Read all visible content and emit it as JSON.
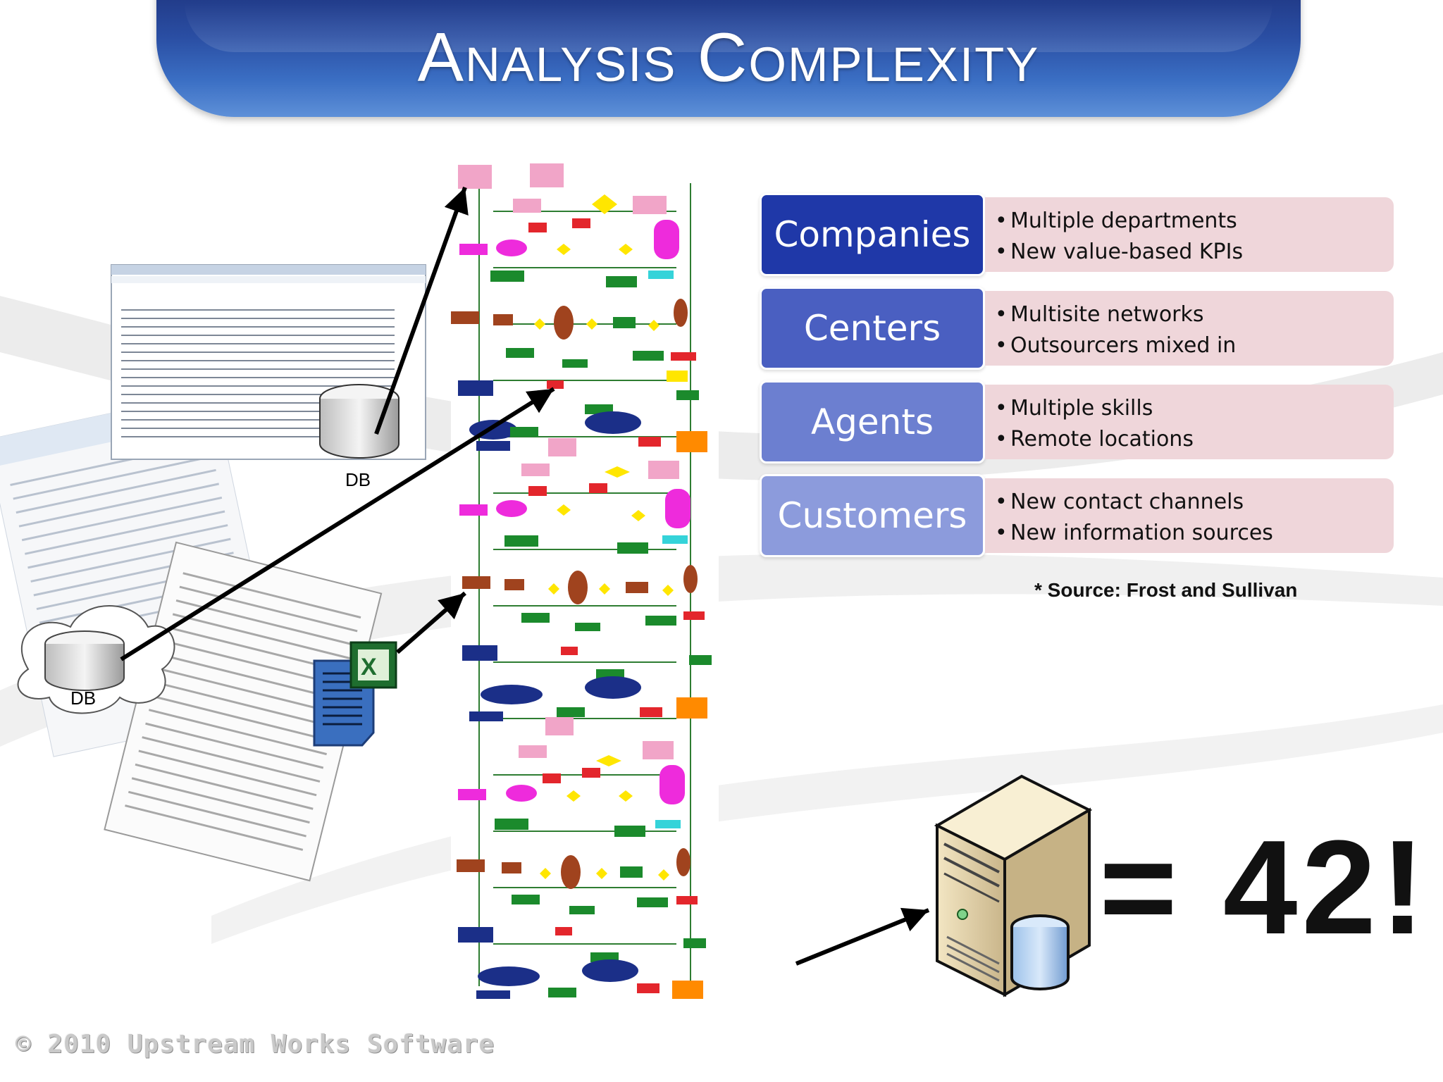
{
  "slide": {
    "title": "Analysis Complexity",
    "db_label_top": "DB",
    "db_label_cloud": "DB",
    "source": "* Source: Frost and Sullivan",
    "result": "= 42!",
    "footer": "© 2010 Upstream Works Software"
  },
  "categories": [
    {
      "label": "Companies",
      "color": "#1f38a8",
      "bullets": [
        "Multiple departments",
        "New value-based KPIs"
      ]
    },
    {
      "label": "Centers",
      "color": "#4a5fc1",
      "bullets": [
        "Multisite networks",
        "Outsourcers mixed in"
      ]
    },
    {
      "label": "Agents",
      "color": "#6c7fd0",
      "bullets": [
        "Multiple skills",
        "Remote locations"
      ]
    },
    {
      "label": "Customers",
      "color": "#8c9bdc",
      "bullets": [
        "New contact channels",
        "New information sources"
      ]
    }
  ],
  "colors": {
    "title_bar": "#2a4ea3",
    "bullet_panel": "#efd6da"
  }
}
